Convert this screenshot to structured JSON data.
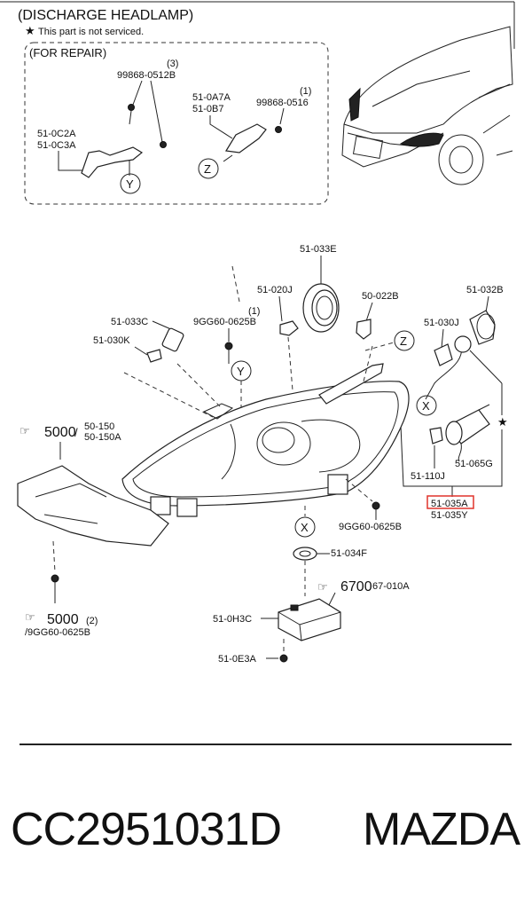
{
  "header": {
    "title": "(DISCHARGE HEADLAMP)",
    "note_star": "★",
    "note": "This part is not serviced.",
    "repair_box_title": "(FOR REPAIR)"
  },
  "repair_box": {
    "p_99868_0512B": "99868-0512B",
    "p_99868_0512B_qty": "(3)",
    "p_51_0C2A": "51-0C2A",
    "p_51_0C3A": "51-0C3A",
    "p_51_0A7A": "51-0A7A",
    "p_51_0B7": "51-0B7",
    "p_99868_0516": "99868-0516",
    "p_99868_0516_qty": "(1)",
    "callout_y": "Y",
    "callout_z": "Z"
  },
  "main": {
    "p_51_033E": "51-033E",
    "p_51_020J": "51-020J",
    "p_50_022B": "50-022B",
    "p_51_032B": "51-032B",
    "p_51_033C": "51-033C",
    "p_9GG60_0625B_top": "9GG60-0625B",
    "p_9GG60_0625B_top_qty": "(1)",
    "p_51_030K": "51-030K",
    "p_51_030J": "51-030J",
    "callout_z": "Z",
    "callout_y": "Y",
    "callout_x_right": "X",
    "star": "★",
    "ref_5000_top": "5000",
    "ref_5000_top_detail_1": "50-150",
    "ref_5000_top_detail_2": "50-150A",
    "p_51_065G": "51-065G",
    "p_51_110J": "51-110J",
    "p_51_035A": "51-035A",
    "p_51_035Y": "51-035Y",
    "p_9GG60_0625B_mid": "9GG60-0625B",
    "callout_x_bottom": "X",
    "p_51_034F": "51-034F",
    "ref_6700": "6700",
    "ref_6700_detail": "67-010A",
    "p_51_0H3C": "51-0H3C",
    "ref_5000_bottom": "5000",
    "ref_5000_bottom_qty": "(2)",
    "p_9GG60_0625B_bottom": "/9GG60-0625B",
    "p_51_0E3A": "51-0E3A"
  },
  "footer": {
    "part_number": "CC2951031D",
    "brand": "MAZDA"
  },
  "colors": {
    "highlight": "#e0332b",
    "ink": "#222222"
  }
}
